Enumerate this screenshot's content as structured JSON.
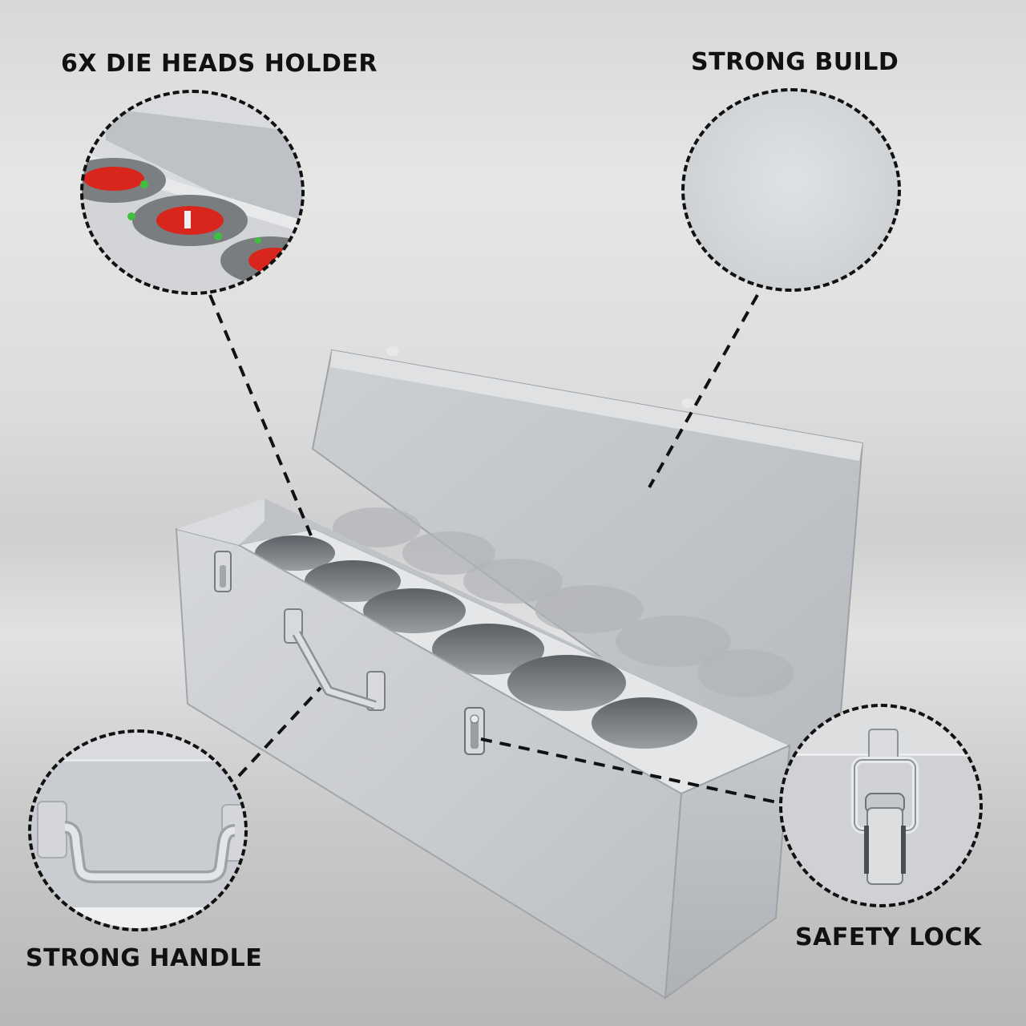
{
  "labels": {
    "die_heads_holder": "6X DIE HEADS HOLDER",
    "strong_build": "STRONG BUILD",
    "strong_handle": "STRONG HANDLE",
    "safety_lock": "SAFETY LOCK"
  },
  "product": {
    "name": "metal-toolbox-with-die-head-holder",
    "die_head_slots": 6,
    "color": "#c9ccd0"
  },
  "colors": {
    "text": "#111111",
    "dashes": "#111111",
    "box_light": "#d7d9dc",
    "box_mid": "#bfc2c6",
    "box_dark": "#8e9297",
    "die_head_red": "#d8261c"
  }
}
